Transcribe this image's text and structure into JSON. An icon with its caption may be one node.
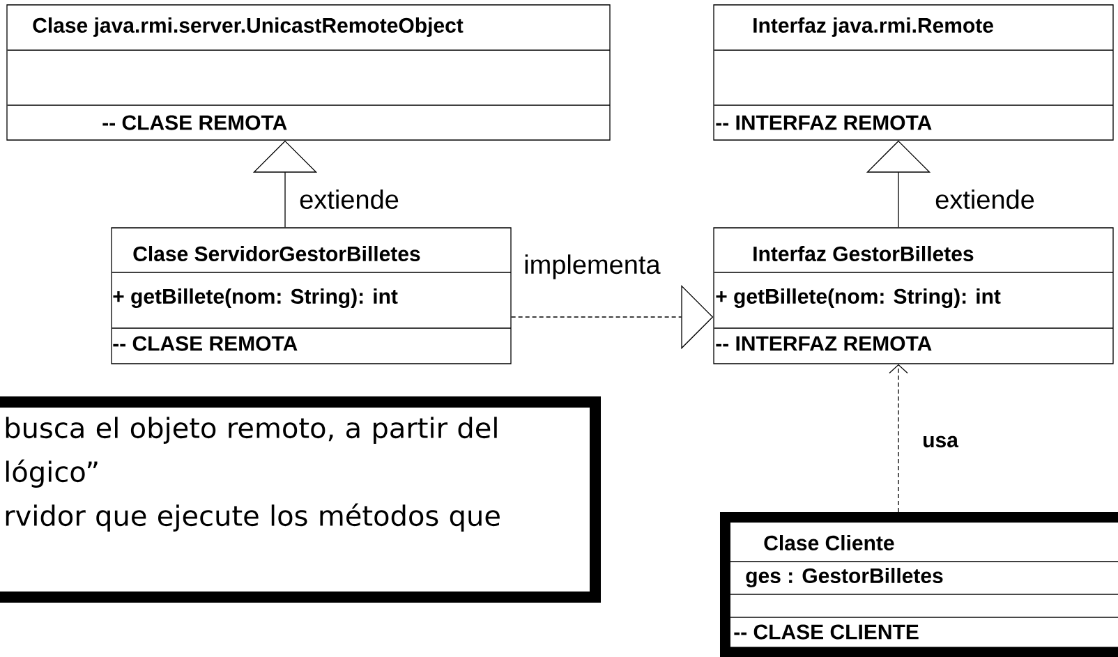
{
  "diagram": {
    "nodes": [
      {
        "text": [
          "Clase java.rmi.server.UnicastRemoteObject",
          "-- CLASE REMOTA"
        ]
      },
      {
        "text": [
          "Interfaz java.rmi.Remote",
          "-- INTERFAZ REMOTA"
        ]
      },
      {
        "text": [
          "Clase ServidorGestorBilletes",
          "+ getBillete(nom: String): int",
          "-- CLASE REMOTA"
        ]
      },
      {
        "text": [
          "Interfaz GestorBilletes",
          "+ getBillete(nom: String): int",
          "-- INTERFAZ REMOTA"
        ]
      },
      {
        "text": [
          "busca el objeto remoto, a partir del lógico”",
          "rvidor que ejecute los métodos que"
        ]
      },
      {
        "text": [
          "Clase Cliente",
          "ges : GestorBilletes",
          "-- CLASE CLIENTE"
        ]
      }
    ],
    "edges": [
      {
        "from": 2,
        "to": 0,
        "arrow": "to",
        "label": "extiende"
      },
      {
        "from": 3,
        "to": 1,
        "arrow": "to",
        "label": "extiende"
      },
      {
        "from": 2,
        "to": 3,
        "arrow": "to",
        "label": "implementa",
        "style": "dashed"
      },
      {
        "from": 5,
        "to": 3,
        "arrow": "to",
        "label": "usa",
        "style": "dashed"
      }
    ]
  }
}
